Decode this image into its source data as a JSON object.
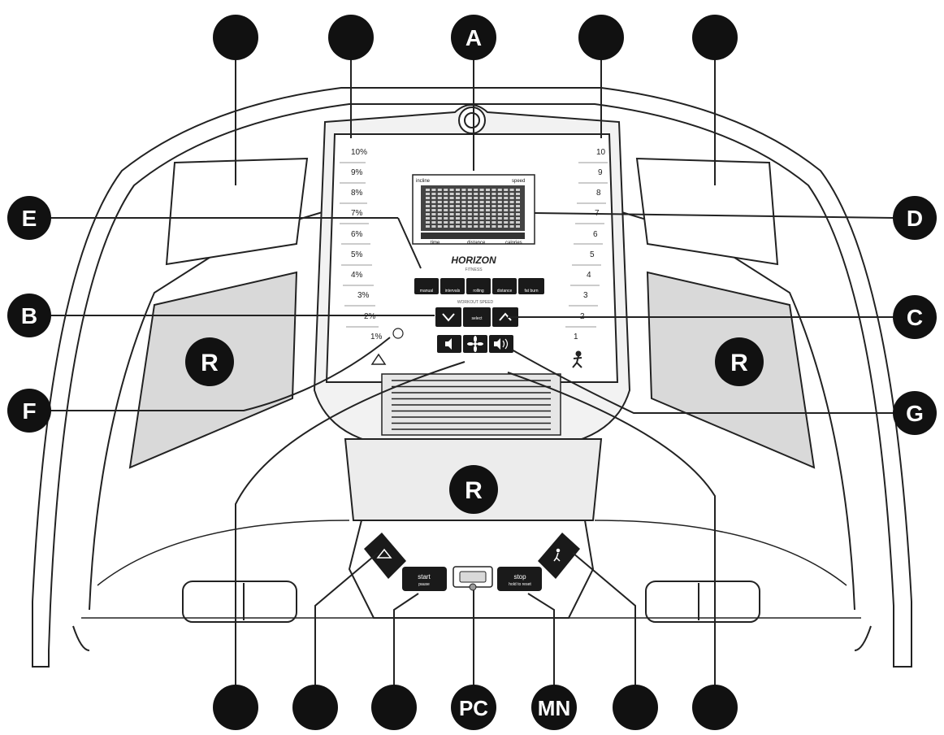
{
  "callouts": {
    "top": [
      "",
      "",
      "A",
      "",
      ""
    ],
    "left": [
      "E",
      "B",
      "F"
    ],
    "right": [
      "D",
      "C",
      "G"
    ],
    "zones": [
      "R",
      "R",
      "R"
    ],
    "bottom": [
      "",
      "",
      "",
      "PC",
      "MN",
      "",
      ""
    ]
  },
  "console": {
    "brand": "HORIZON",
    "brand_sub": "FITNESS",
    "lcd_top_left": "incline",
    "lcd_top_right": "speed",
    "lcd_bottom_labels": [
      "time",
      "distance",
      "calories"
    ],
    "workout_label": "WORKOUT SPEED",
    "program_buttons": [
      "manual",
      "intervals",
      "rolling",
      "distance",
      "fat burn"
    ],
    "middle_button_label": "select",
    "incline_scale": [
      "10%",
      "9%",
      "8%",
      "7%",
      "6%",
      "5%",
      "4%",
      "3%",
      "2%",
      "1%"
    ],
    "speed_scale": [
      "10",
      "9",
      "8",
      "7",
      "6",
      "5",
      "4",
      "3",
      "2",
      "1"
    ],
    "start_label": "start",
    "start_sub": "pause",
    "stop_label": "stop",
    "stop_sub": "hold to reset"
  }
}
